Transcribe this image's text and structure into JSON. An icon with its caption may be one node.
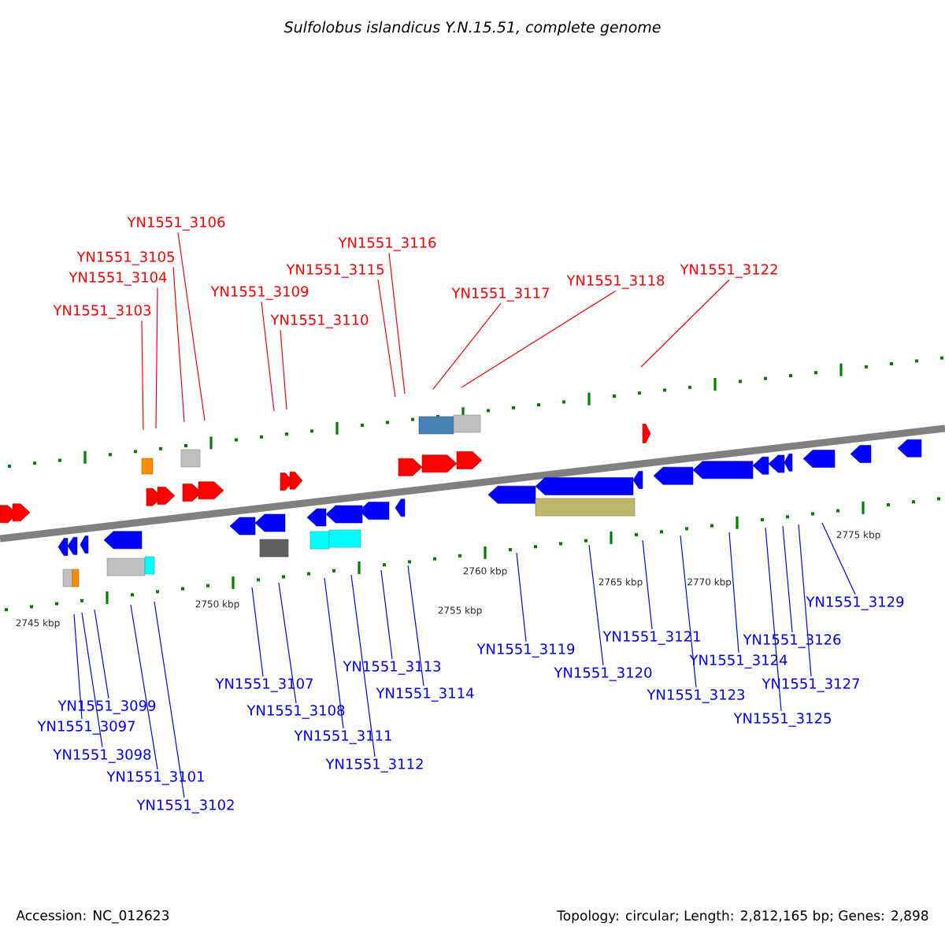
{
  "diagram": {
    "title": "Sulfolobus islandicus Y.N.15.51, complete genome",
    "nodes": [
      {
        "text": [
          "YN1551_3103"
        ]
      },
      {
        "text": [
          "YN1551_3104"
        ]
      },
      {
        "text": [
          "YN1551_3105"
        ]
      },
      {
        "text": [
          "YN1551_3106"
        ]
      },
      {
        "text": [
          "YN1551_3109"
        ]
      },
      {
        "text": [
          "YN1551_3110"
        ]
      },
      {
        "text": [
          "YN1551_3115"
        ]
      },
      {
        "text": [
          "YN1551_3116"
        ]
      },
      {
        "text": [
          "YN1551_3117"
        ]
      },
      {
        "text": [
          "YN1551_3118"
        ]
      },
      {
        "text": [
          "YN1551_3122"
        ]
      },
      {
        "text": [
          "YN1551_3099"
        ]
      },
      {
        "text": [
          "YN1551_3097"
        ]
      },
      {
        "text": [
          "YN1551_3098"
        ]
      },
      {
        "text": [
          "YN1551_3101"
        ]
      },
      {
        "text": [
          "YN1551_3102"
        ]
      },
      {
        "text": [
          "YN1551_3107"
        ]
      },
      {
        "text": [
          "YN1551_3108"
        ]
      },
      {
        "text": [
          "YN1551_3111"
        ]
      },
      {
        "text": [
          "YN1551_3112"
        ]
      },
      {
        "text": [
          "YN1551_3113"
        ]
      },
      {
        "text": [
          "YN1551_3114"
        ]
      },
      {
        "text": [
          "YN1551_3119"
        ]
      },
      {
        "text": [
          "YN1551_3120"
        ]
      },
      {
        "text": [
          "YN1551_3121"
        ]
      },
      {
        "text": [
          "YN1551_3123"
        ]
      },
      {
        "text": [
          "YN1551_3124"
        ]
      },
      {
        "text": [
          "YN1551_3125"
        ]
      },
      {
        "text": [
          "YN1551_3126"
        ]
      },
      {
        "text": [
          "YN1551_3127"
        ]
      },
      {
        "text": [
          "YN1551_3129"
        ]
      }
    ],
    "edges": [
      {
        "from": 0,
        "to": null,
        "arrow": "none",
        "color": "#ff0000"
      },
      {
        "from": 1,
        "to": null,
        "arrow": "none",
        "color": "#ff0000"
      },
      {
        "from": 2,
        "to": null,
        "arrow": "none",
        "color": "#ff0000"
      },
      {
        "from": 3,
        "to": null,
        "arrow": "none",
        "color": "#ff0000"
      },
      {
        "from": 4,
        "to": null,
        "arrow": "none",
        "color": "#ff0000"
      },
      {
        "from": 5,
        "to": null,
        "arrow": "none",
        "color": "#ff0000"
      },
      {
        "from": 6,
        "to": null,
        "arrow": "none",
        "color": "#ff0000"
      },
      {
        "from": 7,
        "to": null,
        "arrow": "none",
        "color": "#ff0000"
      },
      {
        "from": 8,
        "to": null,
        "arrow": "none",
        "color": "#ff0000"
      },
      {
        "from": 9,
        "to": null,
        "arrow": "none",
        "color": "#ff0000"
      },
      {
        "from": 10,
        "to": null,
        "arrow": "none",
        "color": "#ff0000"
      },
      {
        "from": 11,
        "to": null,
        "arrow": "none"
      },
      {
        "from": 12,
        "to": null,
        "arrow": "none"
      },
      {
        "from": 13,
        "to": null,
        "arrow": "none"
      },
      {
        "from": 14,
        "to": null,
        "arrow": "none"
      },
      {
        "from": 15,
        "to": null,
        "arrow": "none"
      },
      {
        "from": 16,
        "to": null,
        "arrow": "none"
      },
      {
        "from": 17,
        "to": null,
        "arrow": "none"
      },
      {
        "from": 18,
        "to": null,
        "arrow": "none"
      },
      {
        "from": 19,
        "to": null,
        "arrow": "none"
      },
      {
        "from": 20,
        "to": null,
        "arrow": "none"
      },
      {
        "from": 21,
        "to": null,
        "arrow": "none"
      },
      {
        "from": 22,
        "to": null,
        "arrow": "none"
      },
      {
        "from": 23,
        "to": null,
        "arrow": "none"
      },
      {
        "from": 24,
        "to": null,
        "arrow": "none"
      },
      {
        "from": 25,
        "to": null,
        "arrow": "none"
      },
      {
        "from": 26,
        "to": null,
        "arrow": "none"
      },
      {
        "from": 27,
        "to": null,
        "arrow": "none"
      },
      {
        "from": 28,
        "to": null,
        "arrow": "none"
      },
      {
        "from": 29,
        "to": null,
        "arrow": "none"
      },
      {
        "from": 30,
        "to": null,
        "arrow": "none"
      }
    ],
    "labels": [
      "2745 kbp",
      "2750 kbp",
      "2755 kbp",
      "2760 kbp",
      "2765 kbp",
      "2770 kbp",
      "2775 kbp",
      "Accession: NC_012623",
      "Topology: circular; Length: 2,812,165 bp; Genes: 2,898"
    ]
  }
}
